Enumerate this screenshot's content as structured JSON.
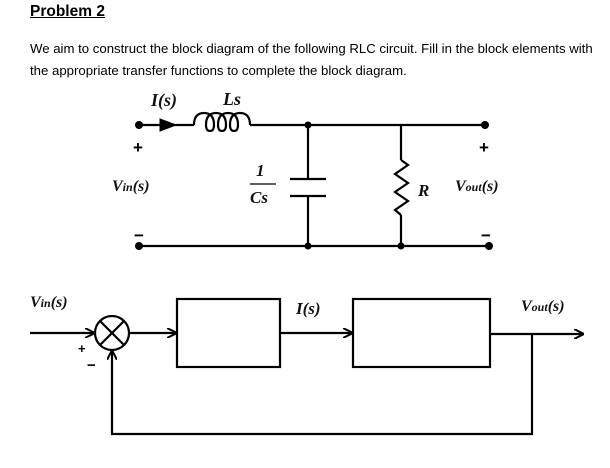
{
  "problem": {
    "title": "Problem 2",
    "description": "We aim to construct the block diagram of the following RLC circuit. Fill in the block elements with the appropriate transfer functions to complete the block diagram."
  },
  "circuit": {
    "current_label": "I(s)",
    "inductor_label": "Ls",
    "capacitor_label_num": "1",
    "capacitor_label_den": "Cs",
    "resistor_label": "R",
    "input_voltage": {
      "main": "V",
      "sub": "in",
      "arg": "(s)"
    },
    "output_voltage": {
      "main": "V",
      "sub": "out",
      "arg": "(s)"
    },
    "plus_sign": "+",
    "minus_sign": "−"
  },
  "block_diagram": {
    "input_label": {
      "main": "V",
      "sub": "in",
      "arg": "(s)"
    },
    "intermediate_label": "I(s)",
    "output_label": {
      "main": "V",
      "sub": "out",
      "arg": "(s)"
    },
    "sum_plus": "+",
    "sum_minus": "−",
    "block_1_content": "",
    "block_2_content": ""
  }
}
